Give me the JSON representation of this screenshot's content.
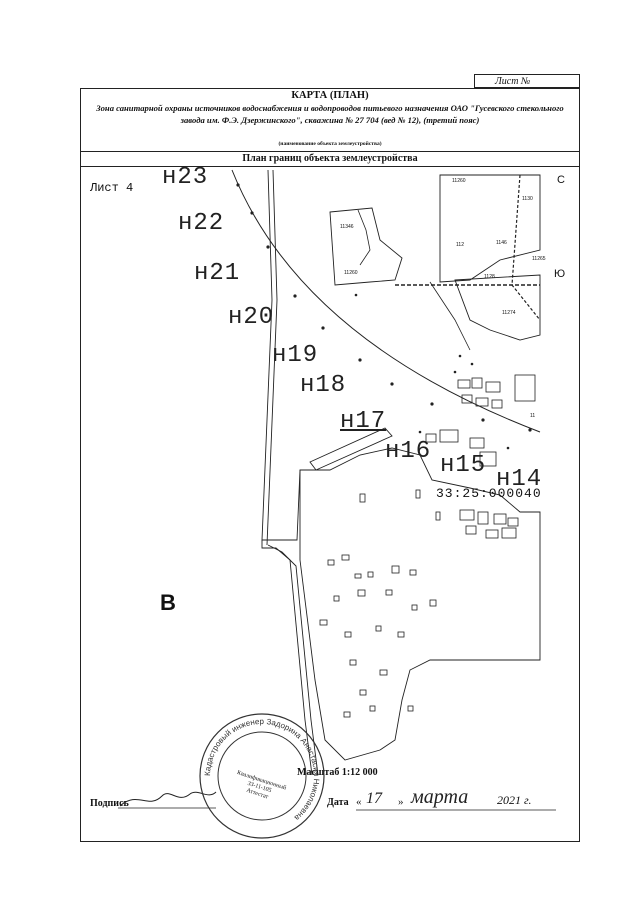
{
  "sheet": {
    "label": "Лист №"
  },
  "title": {
    "main": "КАРТА (ПЛАН)",
    "description": "Зона санитарной охраны источников водоснабжения и водопроводов питьевого назначения ОАО \"Гусевского стекольного завода им. Ф.Э. Дзержинского\", скважина № 27 704 (вед № 12), (третий пояс)",
    "note": "(наименование объекта землеустройства)"
  },
  "plan": {
    "heading": "План границ объекта землеустройства",
    "sheet_label": "Лист 4",
    "points": [
      "н23",
      "н22",
      "н21",
      "н20",
      "н19",
      "н18",
      "н17",
      "н16",
      "н15",
      "н14"
    ],
    "cadastral": "33:25:000040",
    "zone_letter": "В",
    "compass_n": "С",
    "compass_s": "Ю",
    "parcel_labels": [
      "11260",
      "11346",
      "11260",
      "112",
      "1146",
      "11274",
      "1128",
      "11265",
      "1130",
      "11"
    ]
  },
  "footer": {
    "scale": "Масштаб 1:12 000",
    "signature_label": "Подпись",
    "date_label": "Дата",
    "quote_open": "«",
    "quote_close": "»",
    "day": "17",
    "month": "марта",
    "year": "2021",
    "year_suffix": "г."
  },
  "stamp": {
    "ring_text": "Кадастровый инженер Задорина Анастасия Николаевна",
    "center_lines": [
      "Квалификационный",
      "33-11-105",
      "Аттестат"
    ]
  },
  "colors": {
    "ink": "#222222",
    "paper": "#ffffff"
  }
}
